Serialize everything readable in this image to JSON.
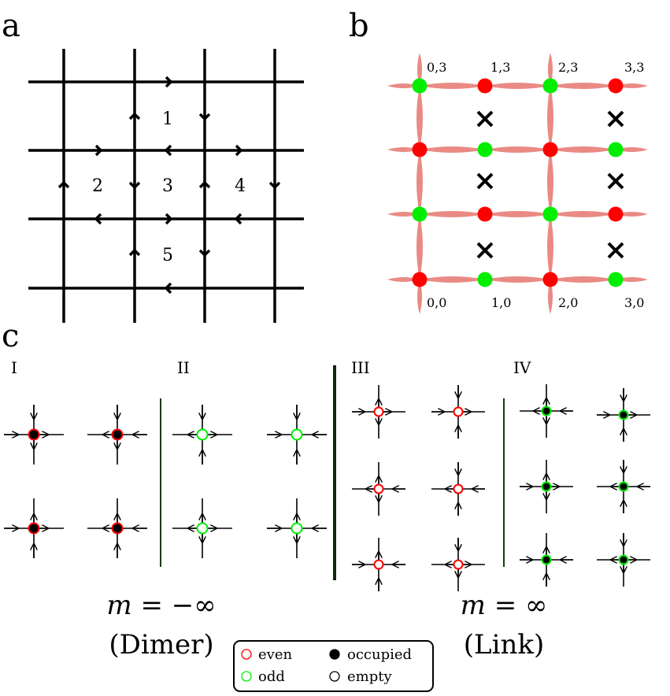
{
  "panel_a": {
    "letter": "a",
    "plaquettes": [
      {
        "label": "1"
      },
      {
        "label": "2"
      },
      {
        "label": "3"
      },
      {
        "label": "4"
      },
      {
        "label": "5"
      }
    ]
  },
  "panel_b": {
    "letter": "b",
    "site_labels": [
      "0,3",
      "1,3",
      "2,3",
      "3,3",
      "0,0",
      "1,0",
      "2,0",
      "3,0"
    ],
    "colors": {
      "even": "#ff0000",
      "odd": "#00ee00",
      "link": "#ea8a84",
      "cross": "#000000"
    }
  },
  "panel_c": {
    "letter": "c",
    "groups": [
      "I",
      "II",
      "III",
      "IV"
    ],
    "caption_left": {
      "formula": "m = −∞",
      "name": "(Dimer)"
    },
    "caption_right": {
      "formula": "m = ∞",
      "name": "(Link)"
    },
    "legend": {
      "even": "even",
      "odd": "odd",
      "occupied": "occupied",
      "empty": "empty"
    }
  }
}
